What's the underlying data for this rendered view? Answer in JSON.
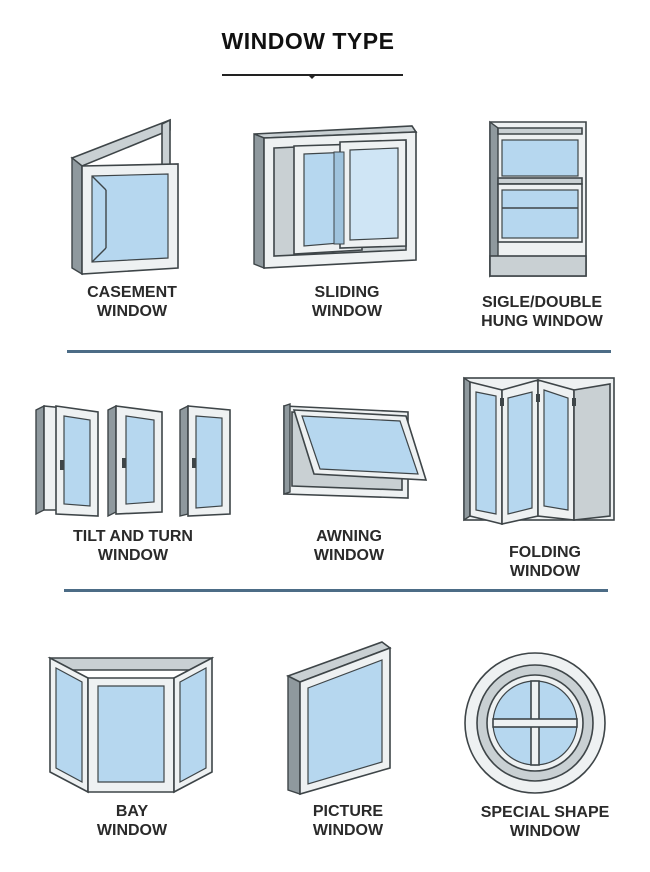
{
  "header": {
    "title": "WINDOW TYPE"
  },
  "items": [
    {
      "line1": "CASEMENT",
      "line2": "WINDOW"
    },
    {
      "line1": "SLIDING",
      "line2": "WINDOW"
    },
    {
      "line1": "SIGLE/DOUBLE",
      "line2": "HUNG WINDOW"
    },
    {
      "line1": "TILT AND TURN",
      "line2": "WINDOW"
    },
    {
      "line1": "AWNING",
      "line2": "WINDOW"
    },
    {
      "line1": "FOLDING",
      "line2": "WINDOW"
    },
    {
      "line1": "BAY",
      "line2": "WINDOW"
    },
    {
      "line1": "PICTURE",
      "line2": "WINDOW"
    },
    {
      "line1": "SPECIAL SHAPE",
      "line2": "WINDOW"
    }
  ],
  "colors": {
    "glass": "#b6d7ef",
    "frame": "#eef1f2",
    "outline": "#3e4548",
    "divider": "#4c6c86"
  }
}
